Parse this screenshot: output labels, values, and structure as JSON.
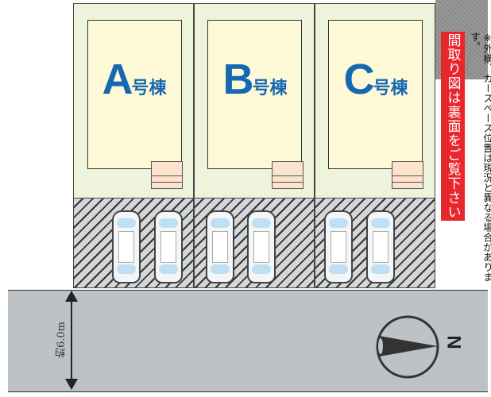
{
  "lots": [
    {
      "letter": "A",
      "suffix": "号棟"
    },
    {
      "letter": "B",
      "suffix": "号棟"
    },
    {
      "letter": "C",
      "suffix": "号棟"
    }
  ],
  "banner": "間取り図は裏面をご覧下さい",
  "note": "※外構、カースペース位置は現況と異なる場合があります。",
  "road": {
    "width_label": "約6.0m"
  },
  "compass": {
    "north_label": "N"
  },
  "colors": {
    "label_blue": "#1668b2",
    "banner_red": "#e8262c",
    "road_gray": "#bcc2c5"
  }
}
